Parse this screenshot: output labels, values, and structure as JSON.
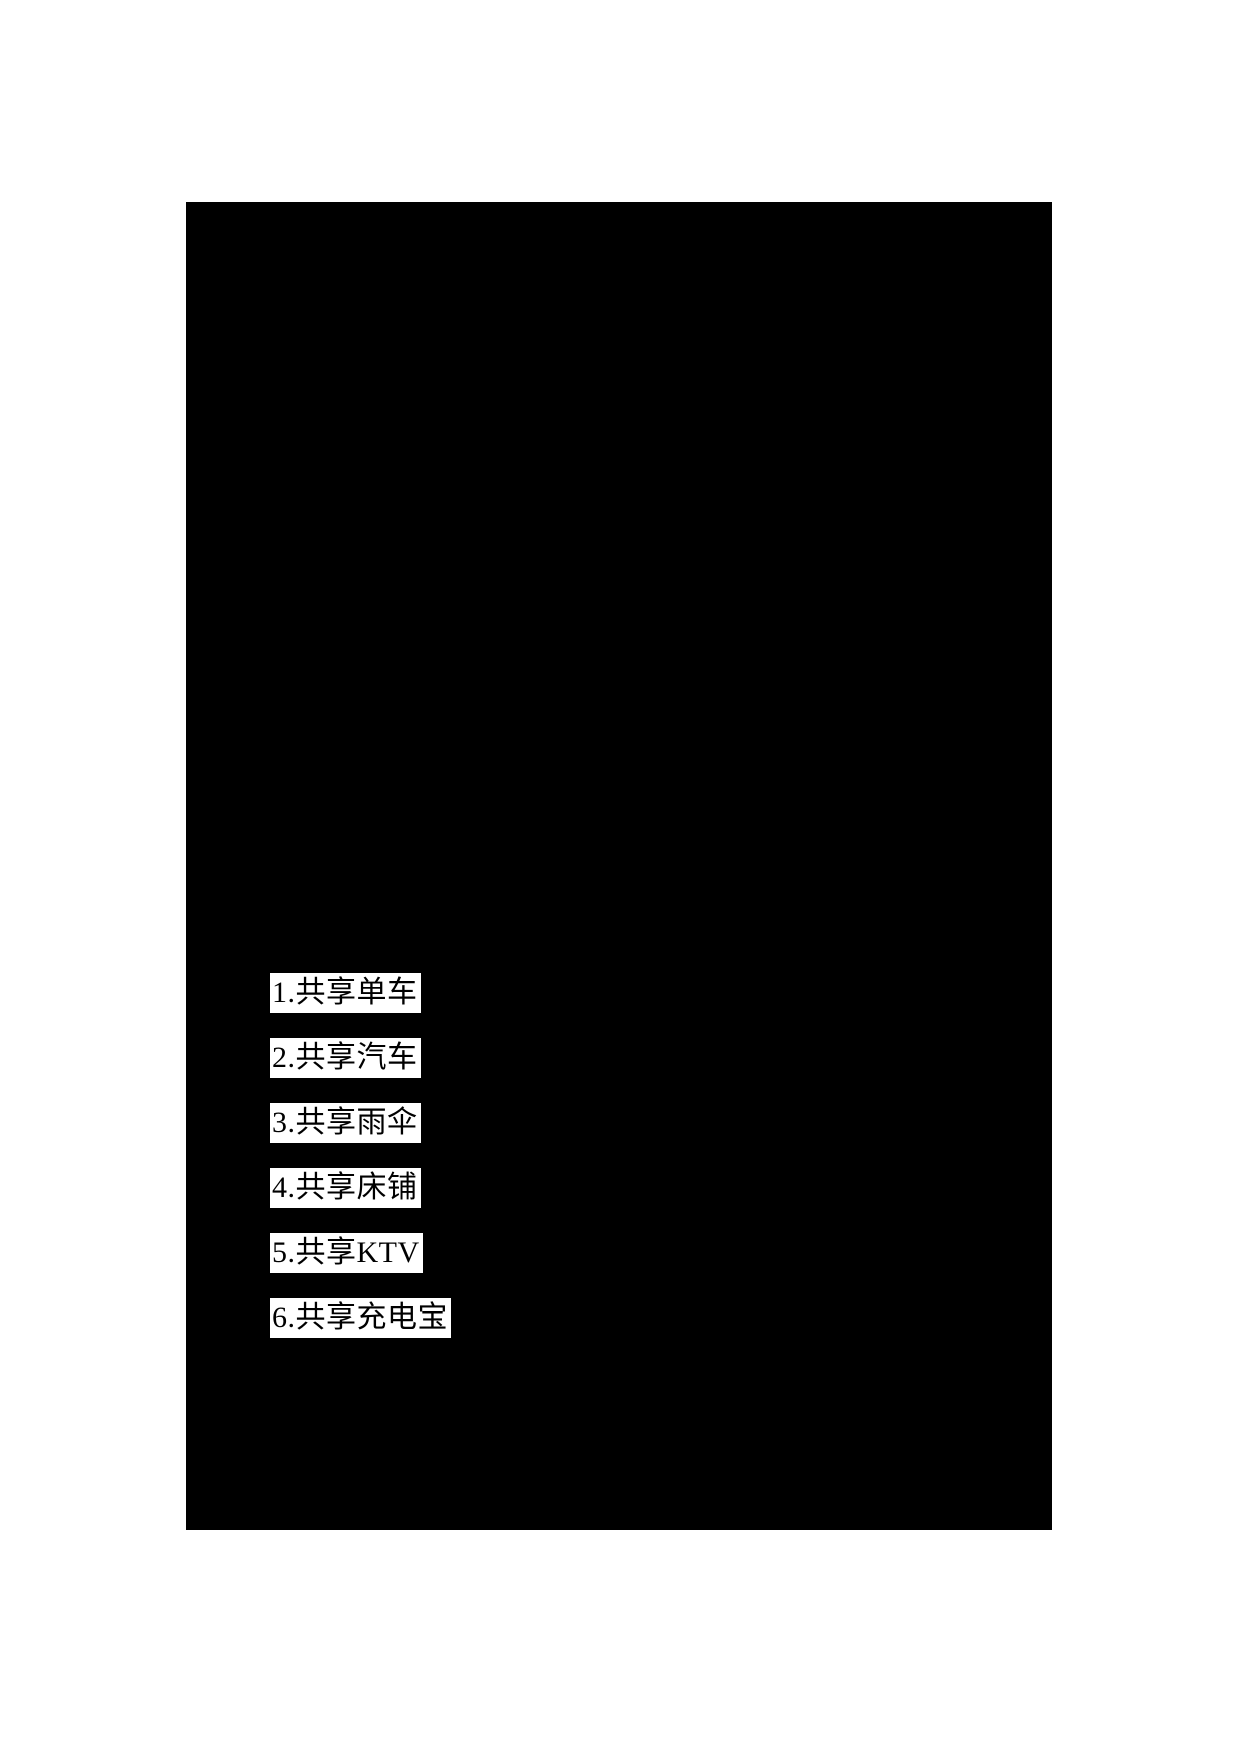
{
  "document": {
    "page_background_color": "#000000",
    "canvas_background_color": "#ffffff",
    "highlight_color": "#ffffff",
    "text_color": "#000000"
  },
  "list": {
    "items": [
      {
        "number": "1.",
        "label": "共享单车",
        "full_text": "1.共享单车"
      },
      {
        "number": "2.",
        "label": "共享汽车",
        "full_text": "2.共享汽车"
      },
      {
        "number": "3.",
        "label": "共享雨伞",
        "full_text": "3.共享雨伞"
      },
      {
        "number": "4.",
        "label": "共享床铺",
        "full_text": "4.共享床铺"
      },
      {
        "number": "5.",
        "label": "共享KTV",
        "full_text": "5.共享KTV"
      },
      {
        "number": "6.",
        "label": "共享充电宝",
        "full_text": "6.共享充电宝"
      }
    ]
  }
}
